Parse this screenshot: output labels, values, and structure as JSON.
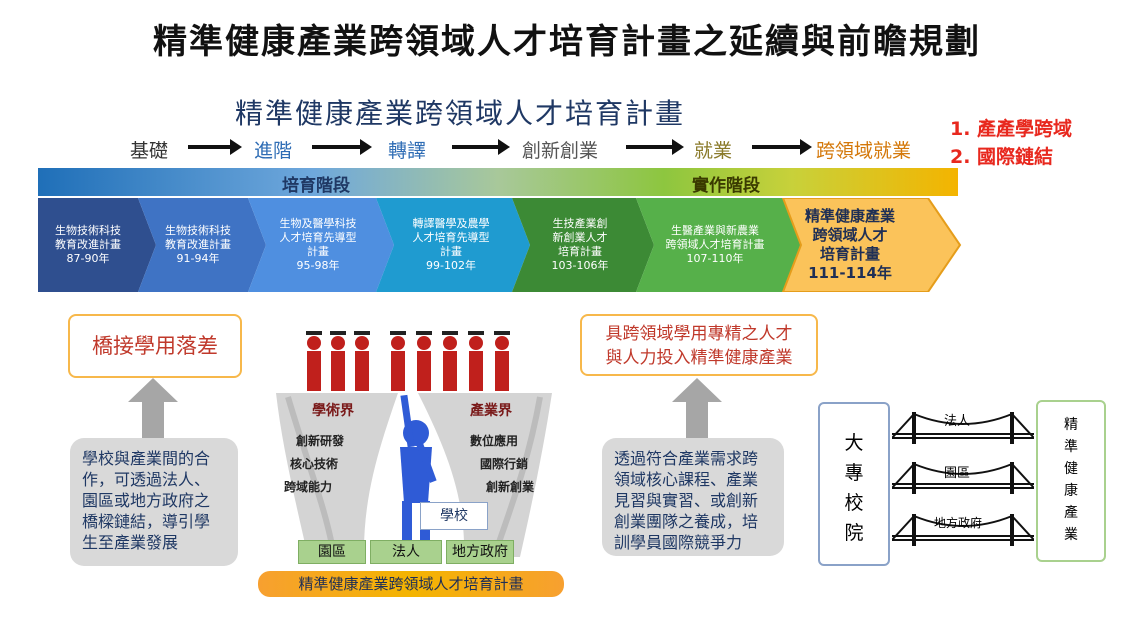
{
  "title": "精準健康產業跨領域人才培育計畫之延續與前瞻規劃",
  "subtitle": "精準健康產業跨領域人才培育計畫",
  "stages": [
    "基礎",
    "進階",
    "轉譯",
    "創新創業",
    "就業",
    "跨領域就業"
  ],
  "red_list": [
    "1. 產產學跨域",
    "2. 國際鏈結"
  ],
  "phase_bar": {
    "left": "培育階段",
    "right": "實作階段"
  },
  "chevrons": [
    {
      "lines": [
        "生物技術科技",
        "教育改進計畫",
        "87-90年"
      ]
    },
    {
      "lines": [
        "生物技術科技",
        "教育改進計畫",
        "91-94年"
      ]
    },
    {
      "lines": [
        "生物及醫學科技",
        "人才培育先導型",
        "計畫",
        "95-98年"
      ]
    },
    {
      "lines": [
        "轉譯醫學及農學",
        "人才培育先導型",
        "計畫",
        "99-102年"
      ]
    },
    {
      "lines": [
        "生技產業創",
        "新創業人才",
        "培育計畫",
        "103-106年"
      ]
    },
    {
      "lines": [
        "生醫產業與新農業",
        "跨領域人才培育計畫",
        "107-110年"
      ]
    },
    {
      "lines": [
        "精準健康產業",
        "跨領域人才",
        "培育計畫",
        "111-114年"
      ]
    }
  ],
  "left_box": "橋接學用落差",
  "left_grey": [
    "學校與產業間的合",
    "作，可透過法人、",
    "園區或地方政府之",
    "橋樑鏈結，導引學",
    "生至產業發展"
  ],
  "center": {
    "academia": "學術界",
    "industry": "產業界",
    "left_words": [
      "創新研發",
      "核心技術",
      "跨域能力"
    ],
    "right_words": [
      "數位應用",
      "國際行銷",
      "創新創業"
    ],
    "school": "學校",
    "ground": [
      "園區",
      "法人",
      "地方政府"
    ],
    "banner": "精準健康產業跨領域人才培育計畫"
  },
  "right_box": [
    "具跨領域學用專精之人才",
    "與人力投入精準健康產業"
  ],
  "right_grey": [
    "透過符合產業需求跨",
    "領域核心課程、產業",
    "見習與實習、或創新",
    "創業團隊之養成，培",
    "訓學員國際競爭力"
  ],
  "bridge": {
    "left": "大專校院",
    "right": "精準健康產業",
    "links": [
      "法人",
      "園區",
      "地方政府"
    ]
  }
}
